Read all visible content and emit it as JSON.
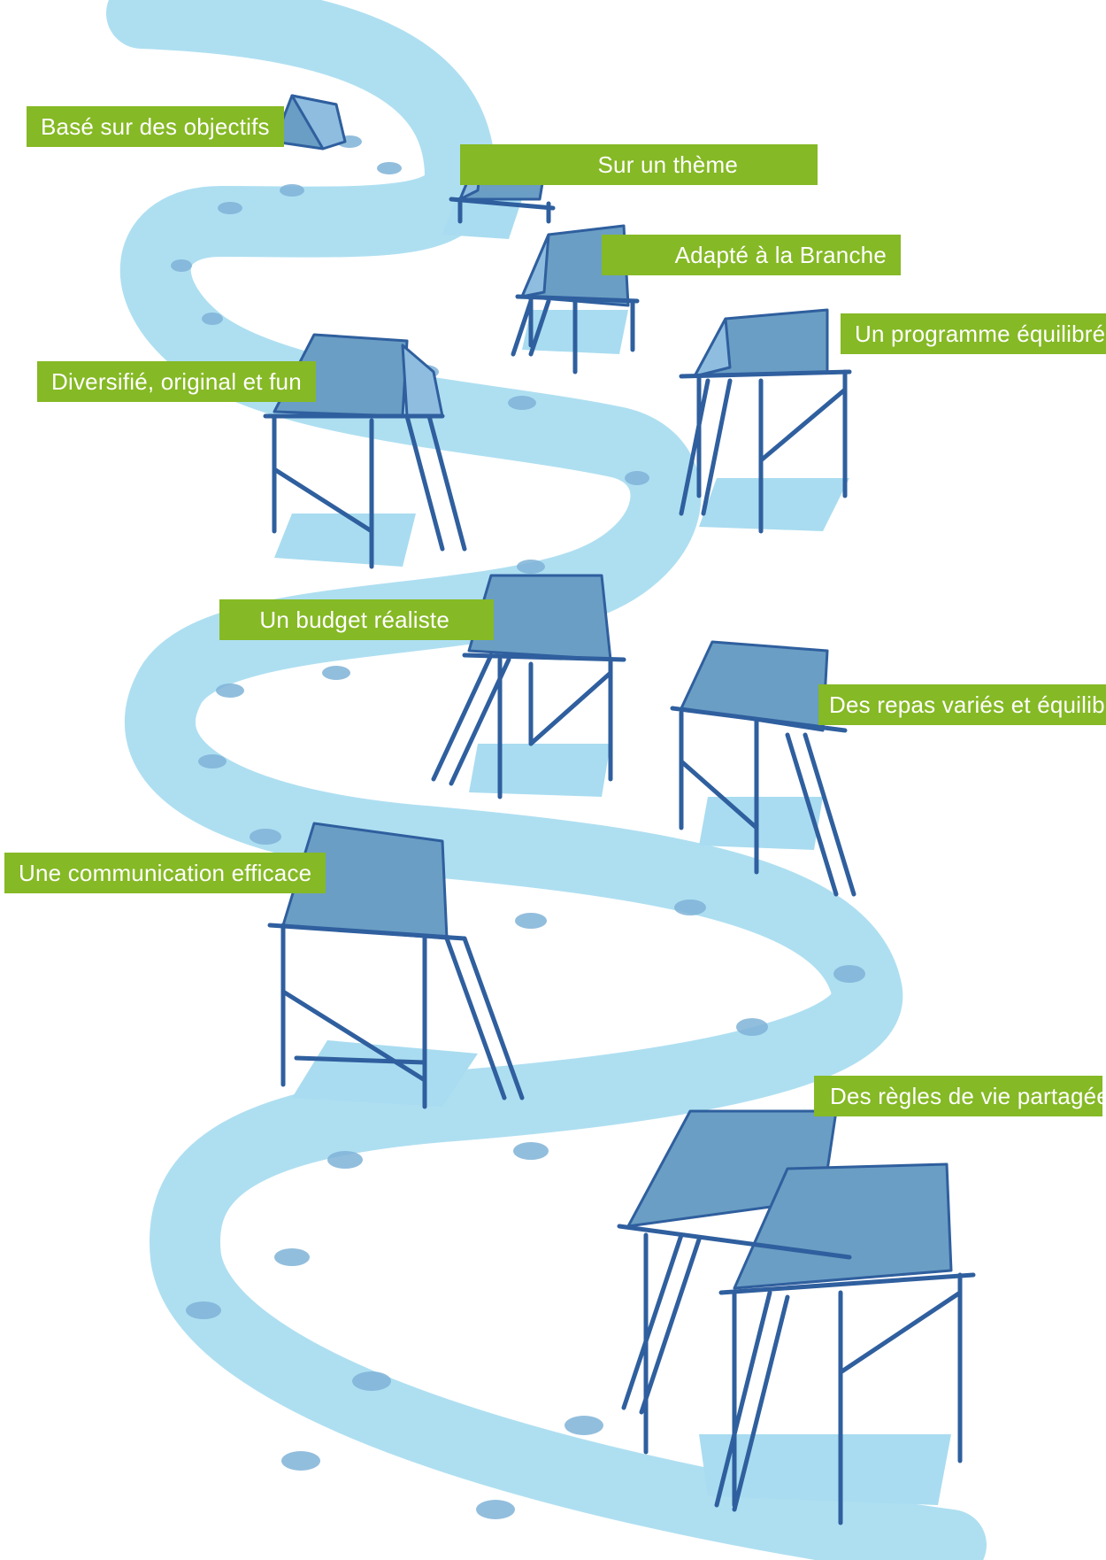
{
  "labels": {
    "objectifs": "Basé sur des objectifs",
    "theme": "Sur un thème",
    "branche": "Adapté à la Branche",
    "programme": "Un programme équilibré",
    "diversifie": "Diversifié, original et fun",
    "budget": "Un budget réaliste",
    "repas": "Des repas variés et équilibrés",
    "communication": "Une communication efficace",
    "regles": "Des règles de vie partagées"
  },
  "colors": {
    "label_background": "#85b925",
    "label_text": "#ffffff",
    "path": "#aedff1",
    "tent_roof": "#6b9ec4",
    "tent_outline": "#2f5f9e"
  }
}
